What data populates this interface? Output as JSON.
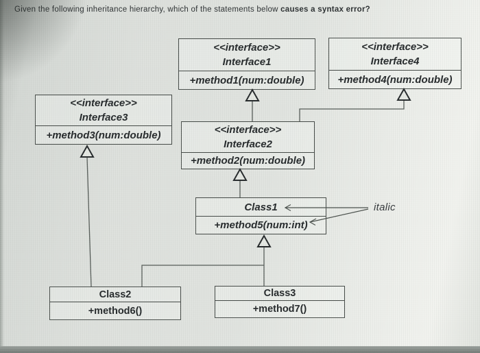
{
  "question": {
    "text": "Given the following inheritance hierarchy, which of the statements below ",
    "bold_text": "causes a syntax error?"
  },
  "diagram": {
    "nodes": {
      "interface1": {
        "stereotype": "<<interface>>",
        "name": "Interface1",
        "method": "+method1(num:double)"
      },
      "interface4": {
        "stereotype": "<<interface>>",
        "name": "Interface4",
        "method": "+method4(num:double)"
      },
      "interface3": {
        "stereotype": "<<interface>>",
        "name": "Interface3",
        "method": "+method3(num:double)"
      },
      "interface2": {
        "stereotype": "<<interface>>",
        "name": "Interface2",
        "method": "+method2(num:double)"
      },
      "class1": {
        "name": "Class1",
        "method": "+method5(num:int)"
      },
      "class2": {
        "name": "Class2",
        "method": "+method6()"
      },
      "class3": {
        "name": "Class3",
        "method": "+method7()"
      }
    },
    "relationships": [
      {
        "from": "Interface2",
        "to": "Interface1",
        "arrow": "hollow-triangle"
      },
      {
        "from": "Interface2",
        "to": "Interface4",
        "arrow": "hollow-triangle"
      },
      {
        "from": "Class1",
        "to": "Interface2",
        "arrow": "hollow-triangle"
      },
      {
        "from": "Class2",
        "to": "Interface3",
        "arrow": "hollow-triangle"
      },
      {
        "from": "Class2",
        "to": "Class1",
        "arrow": "hollow-triangle"
      },
      {
        "from": "Class3",
        "to": "Class1",
        "arrow": "hollow-triangle"
      }
    ],
    "annotation": {
      "label": "italic",
      "points_to": [
        "Class1",
        "+method5(num:int)"
      ]
    }
  },
  "colors": {
    "line": "#555b57",
    "triangle_outline": "#24282a",
    "box_border": "#444946",
    "text": "#24282a",
    "background": "#e0e3df"
  }
}
